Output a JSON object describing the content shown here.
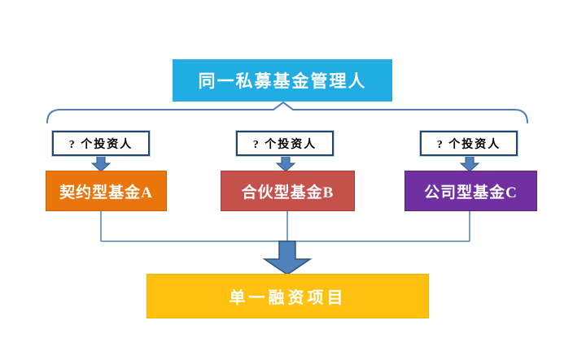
{
  "diagram": {
    "manager_label": "同一私募基金管理人",
    "investor_label": "? 个投资人",
    "funds": [
      {
        "label": "契约型基金A",
        "color": "#E8760D"
      },
      {
        "label": "合伙型基金B",
        "color": "#C4514C"
      },
      {
        "label": "公司型基金C",
        "color": "#7030A0"
      }
    ],
    "project_label": "单一融资项目",
    "colors": {
      "manager_box": "#21ACE3",
      "project_box": "#FEC110",
      "fund_a": "#E8760D",
      "fund_b": "#C4514C",
      "fund_c": "#7030A0",
      "arrow_fill": "#4F81BD",
      "arrow_border": "#2E5479",
      "connector_line": "#4F81BD",
      "brace_line": "#4D7EBB",
      "investor_box_border": "#24466B",
      "text_light": "#FFFFFF",
      "text_dark": "#000000"
    }
  }
}
